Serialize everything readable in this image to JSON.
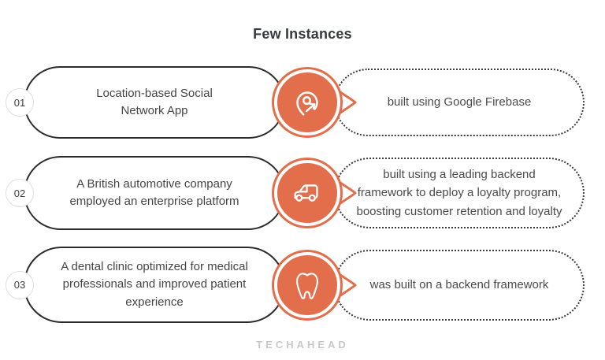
{
  "title": "Few Instances",
  "colors": {
    "accent": "#e26e4b",
    "stroke": "#2c2c2c",
    "text": "#4a4a4a",
    "logo_gray": "#c8c8c8"
  },
  "rows": [
    {
      "number": "01",
      "icon": "location-share-icon",
      "left_lines": [
        "Location-based Social",
        "Network App"
      ],
      "right_lines": [
        "built using Google Firebase"
      ]
    },
    {
      "number": "02",
      "icon": "car-icon",
      "left_lines": [
        "A British automotive company",
        "employed an enterprise platform"
      ],
      "right_lines": [
        "built using a leading backend",
        "framework to deploy a loyalty program,",
        "boosting customer retention and loyalty"
      ]
    },
    {
      "number": "03",
      "icon": "tooth-icon",
      "left_lines": [
        "A dental clinic optimized for medical",
        "professionals and improved patient",
        "experience"
      ],
      "right_lines": [
        "was built on a backend framework"
      ]
    }
  ],
  "footer": {
    "logo": "TECHAHEAD"
  }
}
